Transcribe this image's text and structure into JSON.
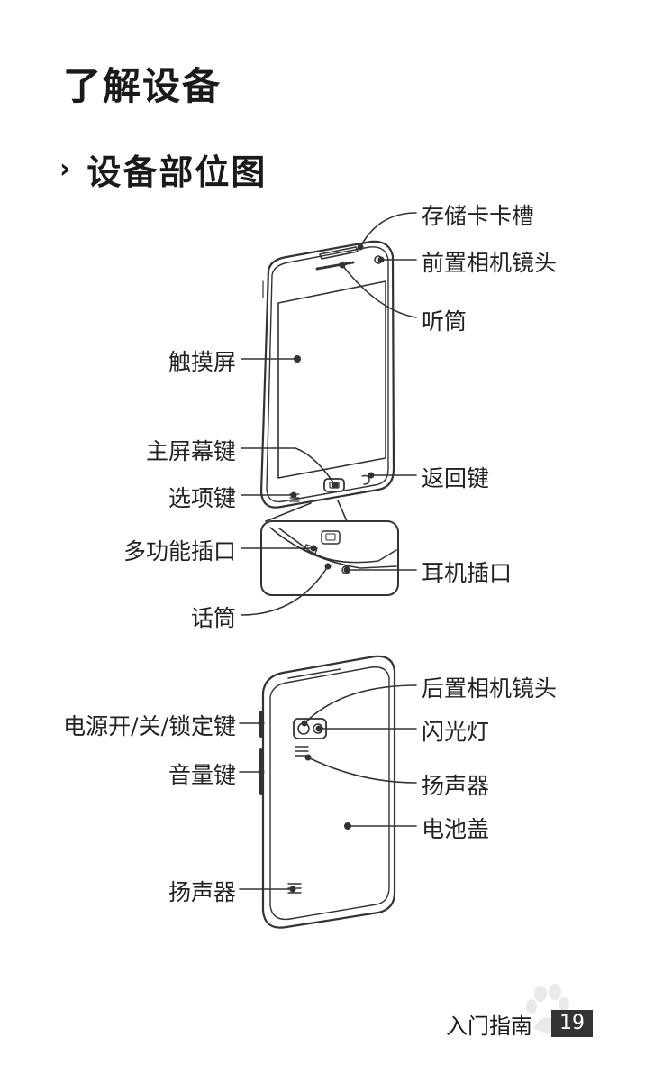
{
  "page_title": "了解设备",
  "section": {
    "marker": "›",
    "title": "设备部位图"
  },
  "front_labels": {
    "sd_slot": "存储卡卡槽",
    "front_camera": "前置相机镜头",
    "earpiece": "听筒",
    "touchscreen": "触摸屏",
    "home_key": "主屏幕键",
    "menu_key": "选项键",
    "back_key": "返回键",
    "multi_jack": "多功能插口",
    "headset_jack": "耳机插口",
    "mic": "话筒"
  },
  "back_labels": {
    "rear_camera": "后置相机镜头",
    "power_key": "电源开/关/锁定键",
    "flash": "闪光灯",
    "volume_key": "音量键",
    "speaker_top": "扬声器",
    "battery_cover": "电池盖",
    "speaker_bottom": "扬声器"
  },
  "footer": {
    "text": "入门指南",
    "page_number": "19"
  }
}
